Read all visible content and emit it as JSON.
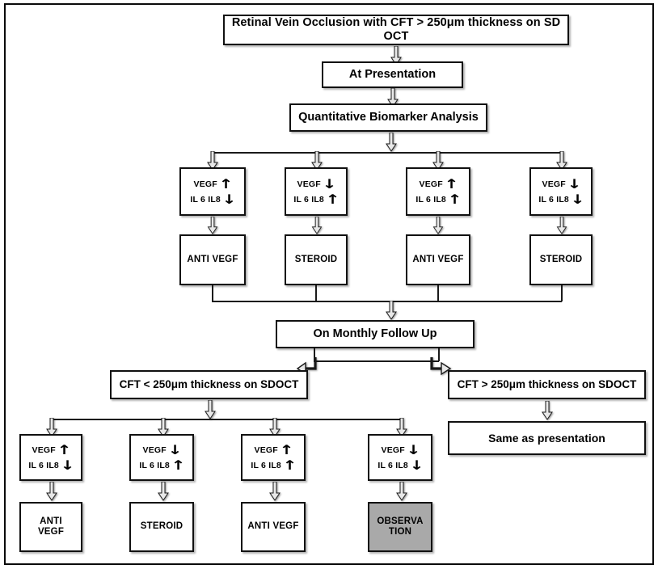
{
  "figure": {
    "kind": "clinical-treatment-flowchart",
    "title": "Retinal Vein Occlusion with CFT > 250μm thickness on SD OCT"
  },
  "nodes": {
    "root": "Retinal Vein Occlusion with CFT > 250μm thickness on SD OCT",
    "presentation": "At Presentation",
    "analysis": "Quantitative Biomarker Analysis",
    "follow_up": "On Monthly Follow Up",
    "branch_resolved": "CFT < 250μm thickness on SDOCT",
    "branch_persistent": "CFT > 250μm thickness on SDOCT",
    "same_as_presentation": "Same as presentation"
  },
  "labels": {
    "vegf": "VEGF",
    "il": "IL 6 IL8",
    "up": "↑",
    "down": "↓"
  },
  "presentation_branches": [
    {
      "id": "p1",
      "vegf_label": "VEGF",
      "vegf_arrow": "↑",
      "il_label": "IL 6 IL8",
      "il_arrow": "↓",
      "treatment": "ANTI VEGF"
    },
    {
      "id": "p2",
      "vegf_label": "VEGF",
      "vegf_arrow": "↓",
      "il_label": "IL 6 IL8",
      "il_arrow": "↑",
      "treatment": "STEROID"
    },
    {
      "id": "p3",
      "vegf_label": "VEGF",
      "vegf_arrow": "↑",
      "il_label": "IL 6 IL8",
      "il_arrow": "↑",
      "treatment": "ANTI VEGF"
    },
    {
      "id": "p4",
      "vegf_label": "VEGF",
      "vegf_arrow": "↓",
      "il_label": "IL 6 IL8",
      "il_arrow": "↓",
      "treatment": "STEROID"
    }
  ],
  "followup_branches": [
    {
      "id": "f1",
      "vegf_label": "VEGF",
      "vegf_arrow": "↑",
      "il_label": "IL 6 IL8",
      "il_arrow": "↓",
      "treatment": "ANTI VEGF",
      "highlighted": false
    },
    {
      "id": "f2",
      "vegf_label": "VEGF",
      "vegf_arrow": "↓",
      "il_label": "IL 6 IL8",
      "il_arrow": "↑",
      "treatment": "STEROID",
      "highlighted": false
    },
    {
      "id": "f3",
      "vegf_label": "VEGF",
      "vegf_arrow": "↑",
      "il_label": "IL 6 IL8",
      "il_arrow": "↑",
      "treatment": "ANTI VEGF",
      "highlighted": false
    },
    {
      "id": "f4",
      "vegf_label": "VEGF",
      "vegf_arrow": "↓",
      "il_label": "IL 6 IL8",
      "il_arrow": "↓",
      "treatment_line1": "OBSERVA",
      "treatment_line2": "TION",
      "highlighted": true
    }
  ],
  "colors": {
    "background": "#ffffff",
    "border": "#111111",
    "text": "#000000",
    "highlight_fill": "#a9a9a9",
    "arrow_fill": "#e8e8e8",
    "arrow_stroke": "#1a1a1a"
  }
}
